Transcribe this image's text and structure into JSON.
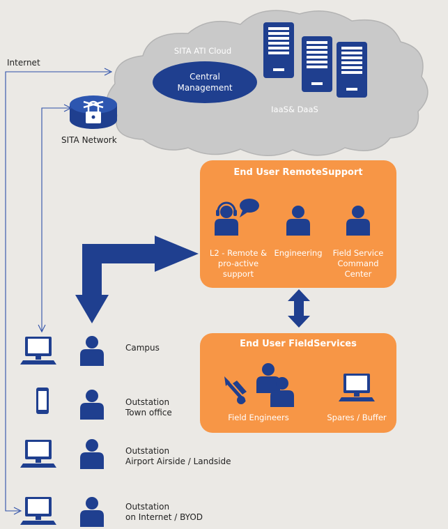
{
  "labels": {
    "internet": "Internet",
    "sita_network": "SITA Network"
  },
  "cloud": {
    "title": "SITA ATI Cloud",
    "central_line1": "Central",
    "central_line2": "Management",
    "iaas": "IaaS& DaaS"
  },
  "remote_support": {
    "title": "End User RemoteSupport",
    "roles": [
      {
        "lines": [
          "L2 - Remote &",
          "pro-active",
          "support"
        ]
      },
      {
        "lines": [
          "Engineering"
        ]
      },
      {
        "lines": [
          "Field Service",
          "Command",
          "Center"
        ]
      }
    ]
  },
  "field_services": {
    "title": "End User FieldServices",
    "items": [
      {
        "label": "Field Engineers"
      },
      {
        "label": "Spares / Buffer"
      }
    ]
  },
  "locations": [
    {
      "line1": "Campus",
      "line2": "",
      "device": "desktop-icon"
    },
    {
      "line1": "Outstation",
      "line2": "Town office",
      "device": "phone-icon"
    },
    {
      "line1": "Outstation",
      "line2": "Airport Airside / Landside",
      "device": "desktop-icon"
    },
    {
      "line1": "Outstation",
      "line2": "on Internet / BYOD",
      "device": "desktop-icon"
    }
  ],
  "colors": {
    "navy": "#1f3f8f",
    "orange": "#f79646",
    "cloud": "#c9c9c9",
    "background": "#ebe9e5"
  }
}
